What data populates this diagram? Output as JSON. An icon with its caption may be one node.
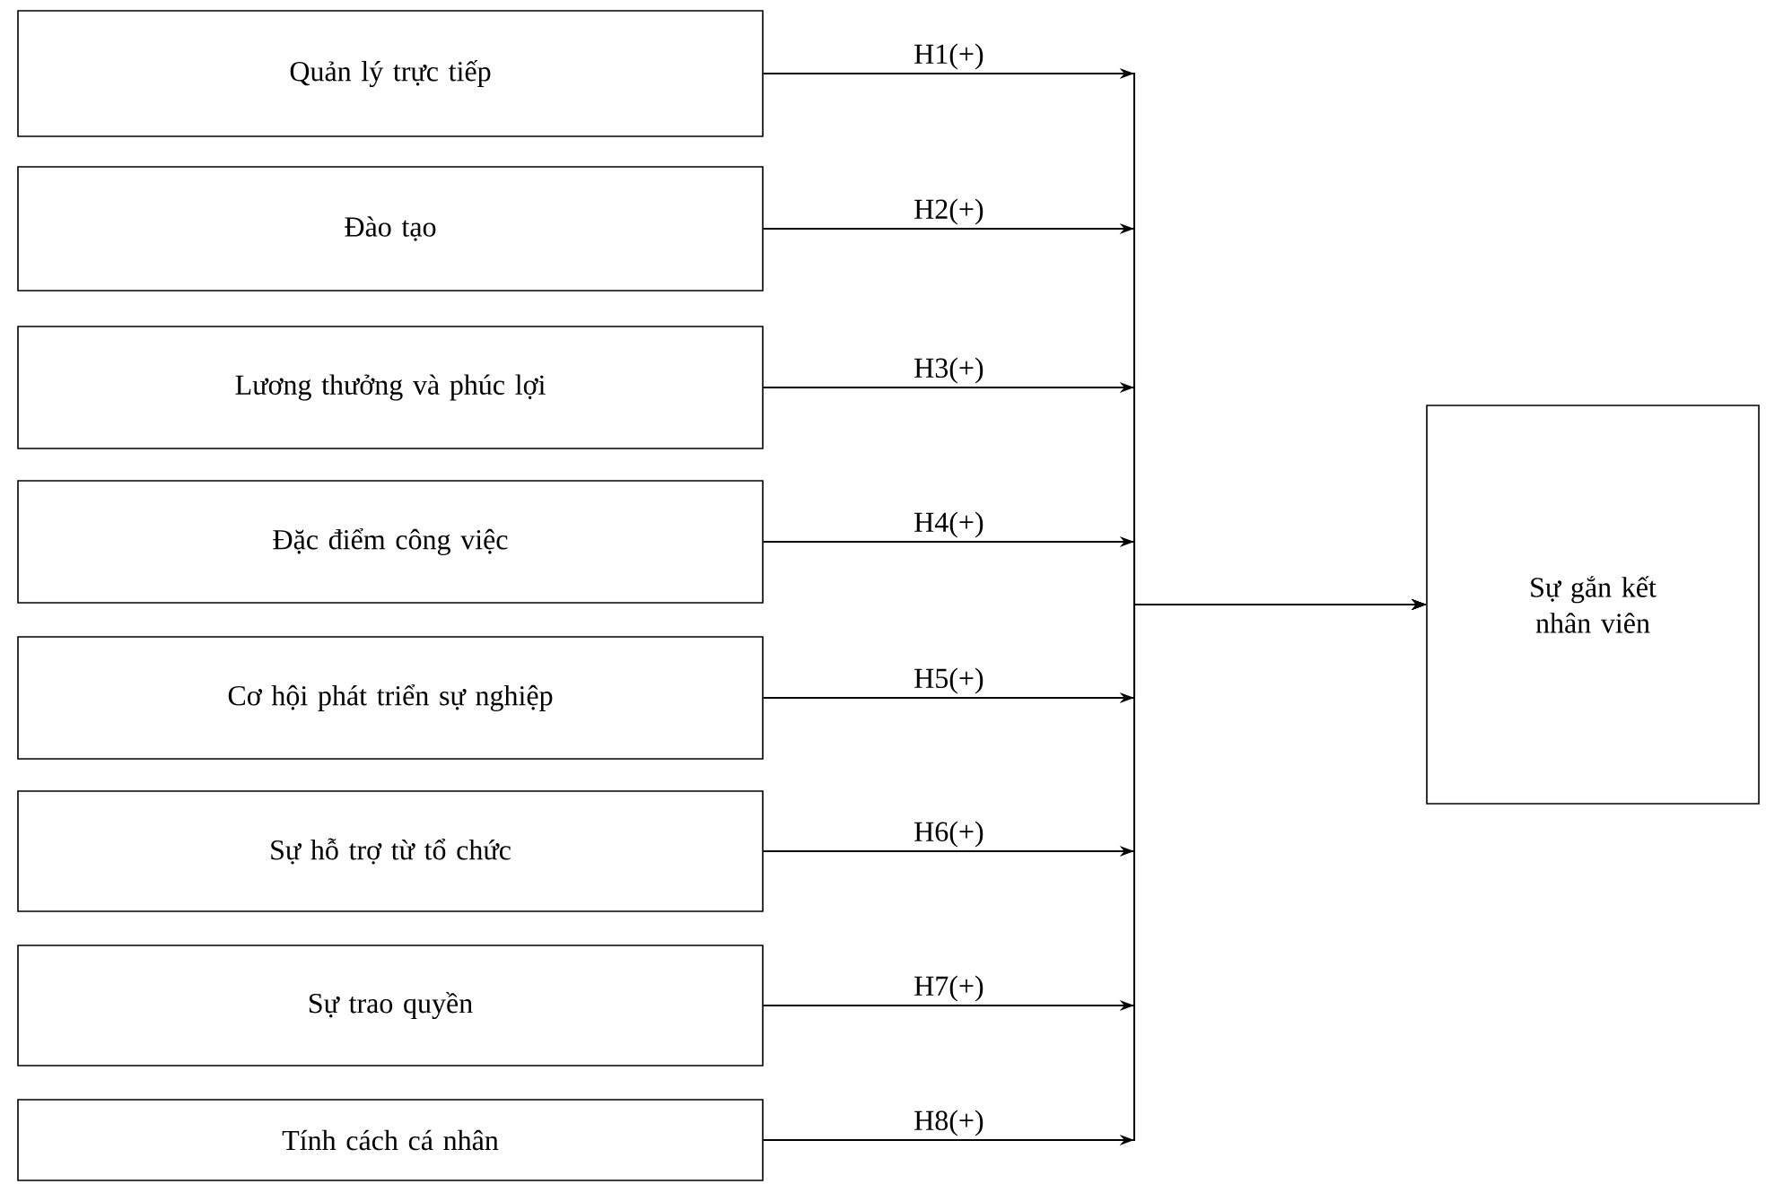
{
  "diagram": {
    "nodes": [
      {
        "text": [
          "Quản lý trực tiếp"
        ]
      },
      {
        "text": [
          "Đào tạo"
        ]
      },
      {
        "text": [
          "Lương thưởng và phúc lợi"
        ]
      },
      {
        "text": [
          "Đặc điểm công việc"
        ]
      },
      {
        "text": [
          "Cơ hội phát triển sự nghiệp"
        ]
      },
      {
        "text": [
          "Sự hỗ trợ từ tổ chức"
        ]
      },
      {
        "text": [
          "Sự trao quyền"
        ]
      },
      {
        "text": [
          "Tính cách cá nhân"
        ]
      },
      {
        "text": [
          "Sự gắn kết nhân viên"
        ]
      }
    ],
    "edges": [
      {
        "from": 0,
        "to": 8,
        "arrow": "to",
        "label": "H1(+)"
      },
      {
        "from": 1,
        "to": 8,
        "arrow": "to",
        "label": "H2(+)"
      },
      {
        "from": 2,
        "to": 8,
        "arrow": "to",
        "label": "H3(+)"
      },
      {
        "from": 3,
        "to": 8,
        "arrow": "to",
        "label": "H4(+)"
      },
      {
        "from": 4,
        "to": 8,
        "arrow": "to",
        "label": "H5(+)"
      },
      {
        "from": 5,
        "to": 8,
        "arrow": "to",
        "label": "H6(+)"
      },
      {
        "from": 6,
        "to": 8,
        "arrow": "to",
        "label": "H7(+)"
      },
      {
        "from": 7,
        "to": 8,
        "arrow": "to",
        "label": "H8(+)"
      }
    ]
  }
}
